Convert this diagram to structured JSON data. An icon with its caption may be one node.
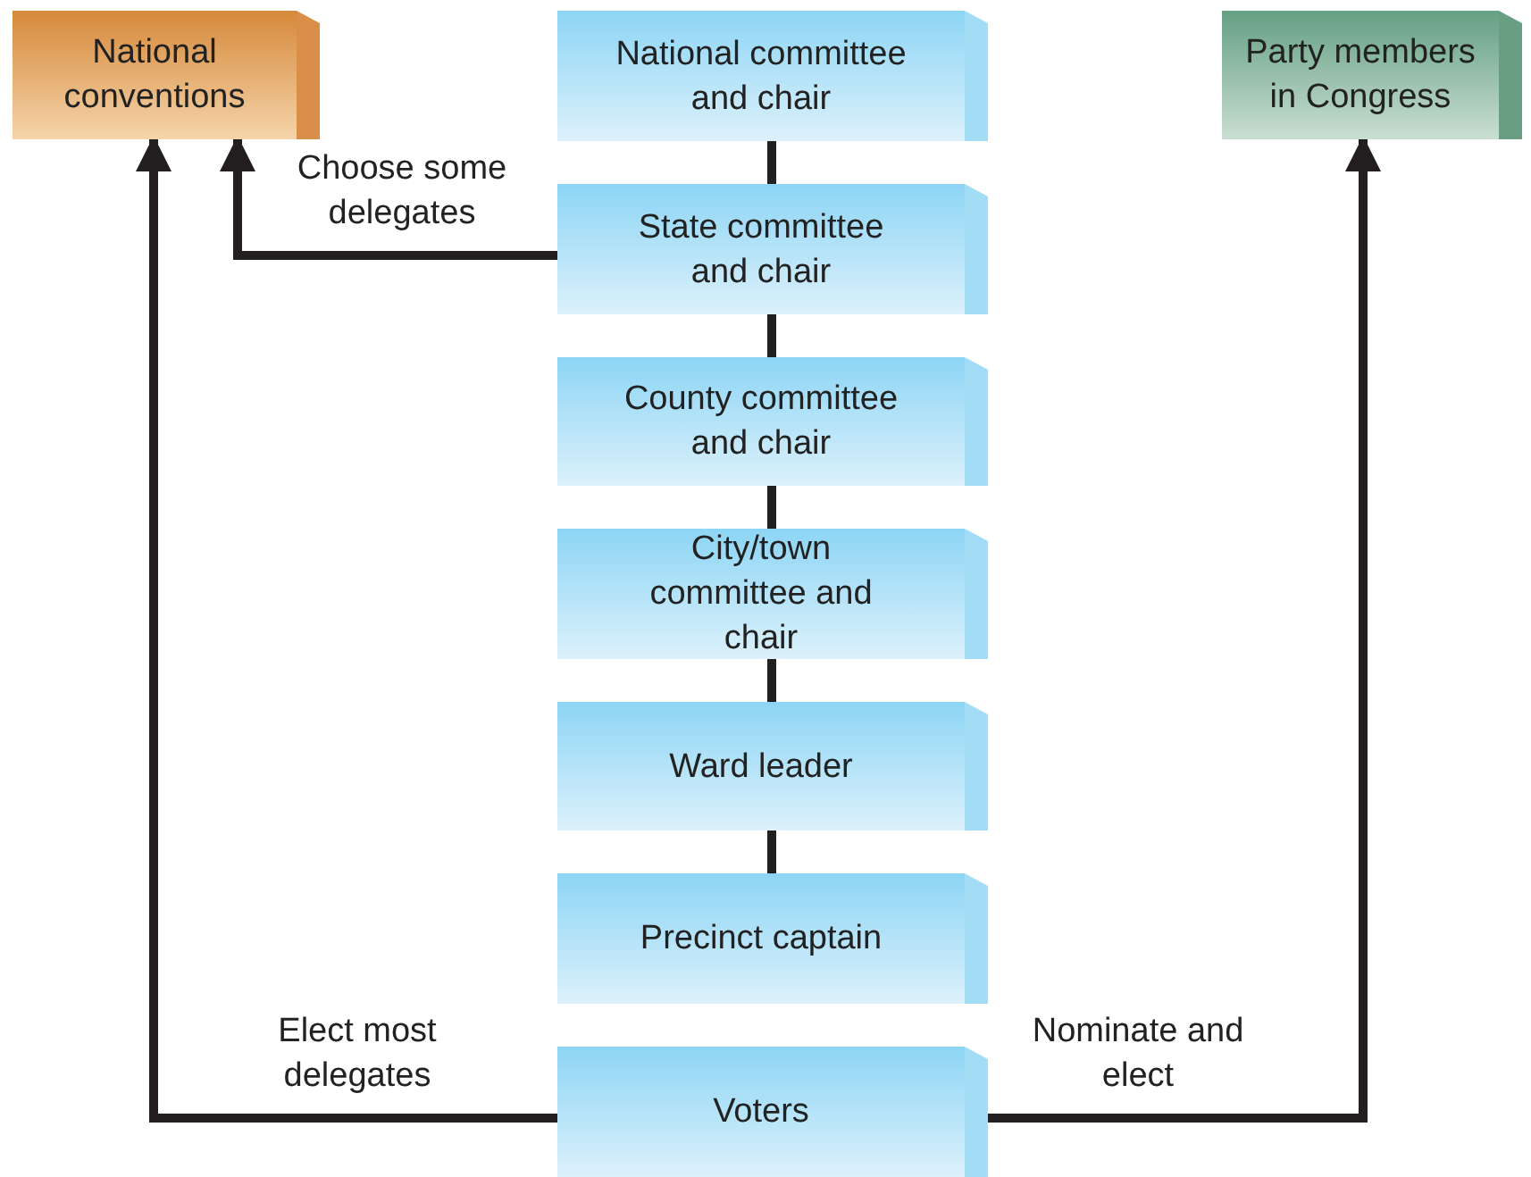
{
  "diagram": {
    "nodes": [
      {
        "text": [
          "National conventions"
        ]
      },
      {
        "text": [
          "National committee and chair"
        ]
      },
      {
        "text": [
          "Party members in Congress"
        ]
      },
      {
        "text": [
          "State committee and chair"
        ]
      },
      {
        "text": [
          "County committee and chair"
        ]
      },
      {
        "text": [
          "City/town committee and chair"
        ]
      },
      {
        "text": [
          "Ward leader"
        ]
      },
      {
        "text": [
          "Precinct captain"
        ]
      },
      {
        "text": [
          "Voters"
        ]
      }
    ],
    "edges": [
      {
        "from": 1,
        "to": 3,
        "arrow": "none"
      },
      {
        "from": 3,
        "to": 4,
        "arrow": "none"
      },
      {
        "from": 4,
        "to": 5,
        "arrow": "none"
      },
      {
        "from": 5,
        "to": 6,
        "arrow": "none"
      },
      {
        "from": 6,
        "to": 7,
        "arrow": "none"
      },
      {
        "from": 3,
        "to": 0,
        "arrow": "to",
        "label": "Choose some delegates"
      },
      {
        "from": 8,
        "to": 0,
        "arrow": "to",
        "label": "Elect most delegates"
      },
      {
        "from": 8,
        "to": 2,
        "arrow": "to",
        "label": "Nominate and elect"
      }
    ]
  }
}
